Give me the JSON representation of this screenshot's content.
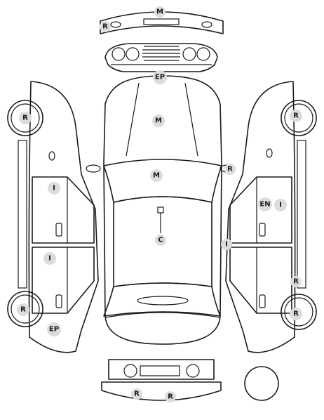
{
  "badges": [
    {
      "id": "front-bumper-mark",
      "code": "M"
    },
    {
      "id": "front-bumper-left-mark",
      "code": "R"
    },
    {
      "id": "hood-edge-mark",
      "code": "EP"
    },
    {
      "id": "hood-mark",
      "code": "M"
    },
    {
      "id": "windshield-mark",
      "code": "M"
    },
    {
      "id": "right-mirror-mark",
      "code": "R"
    },
    {
      "id": "roof-marker-mark",
      "code": "C"
    },
    {
      "id": "left-front-wheel-mark",
      "code": "R"
    },
    {
      "id": "left-front-door-mark",
      "code": "I"
    },
    {
      "id": "left-rear-door-mark",
      "code": "I"
    },
    {
      "id": "left-rear-wheel-mark",
      "code": "R"
    },
    {
      "id": "left-rear-fender-mark",
      "code": "EP"
    },
    {
      "id": "right-front-wheel-mark",
      "code": "R"
    },
    {
      "id": "right-front-door-en-mark",
      "code": "EN"
    },
    {
      "id": "right-front-door-mark",
      "code": "I"
    },
    {
      "id": "right-pillar-mark",
      "code": "I"
    },
    {
      "id": "right-sill-mark",
      "code": "R"
    },
    {
      "id": "right-rear-wheel-mark",
      "code": "R"
    },
    {
      "id": "rear-bumper-left-mark",
      "code": "R"
    },
    {
      "id": "rear-bumper-right-mark",
      "code": "R"
    }
  ],
  "colors": {
    "line": "#1a1a1a",
    "badge": "#dcdcdc"
  }
}
